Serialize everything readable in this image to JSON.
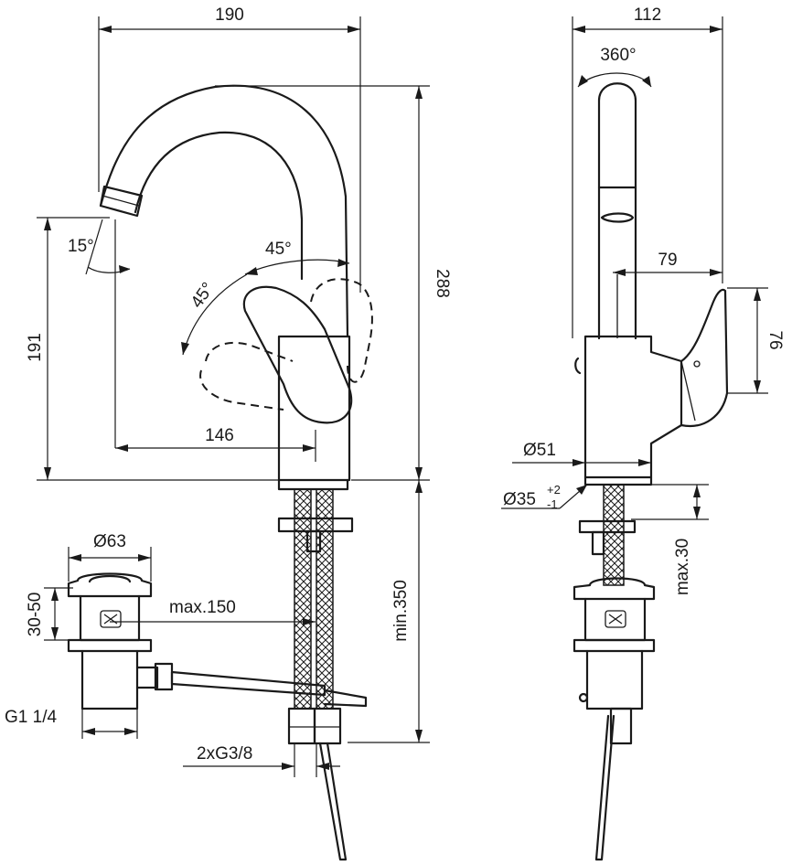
{
  "dimensions": {
    "width_190": "190",
    "width_112": "112",
    "rotation_360": "360°",
    "height_288": "288",
    "height_191": "191",
    "angle_15": "15°",
    "angle_45_upper": "45°",
    "angle_45_lower": "45°",
    "reach_146": "146",
    "reach_79": "79",
    "lever_76": "76",
    "diameter_51": "Ø51",
    "diameter_35": "Ø35",
    "tolerance_plus": "+2",
    "tolerance_minus": "-1",
    "max_30": "max.30",
    "min_350": "min.350",
    "diameter_63": "Ø63",
    "range_30_50": "30-50",
    "max_150": "max.150",
    "thread_g114": "G1 1/4",
    "thread_2xg38": "2xG3/8"
  }
}
